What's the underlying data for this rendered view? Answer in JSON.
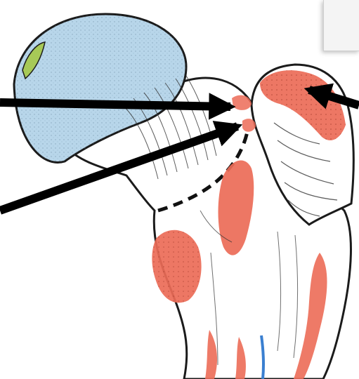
{
  "figure": {
    "colors": {
      "femoral_head": "#b8d6ea",
      "fovea": "#a7c957",
      "muscle_insertion": "#ec6b57",
      "bone": "#ffffff",
      "outline": "#1b1b1b",
      "arrow": "#000000",
      "vessel_blue": "#3a7fd0"
    },
    "arrows": [
      {
        "name": "arrow-left-upper",
        "direction": "right"
      },
      {
        "name": "arrow-left-lower",
        "direction": "up-right"
      },
      {
        "name": "arrow-right-upper",
        "direction": "left"
      }
    ]
  }
}
